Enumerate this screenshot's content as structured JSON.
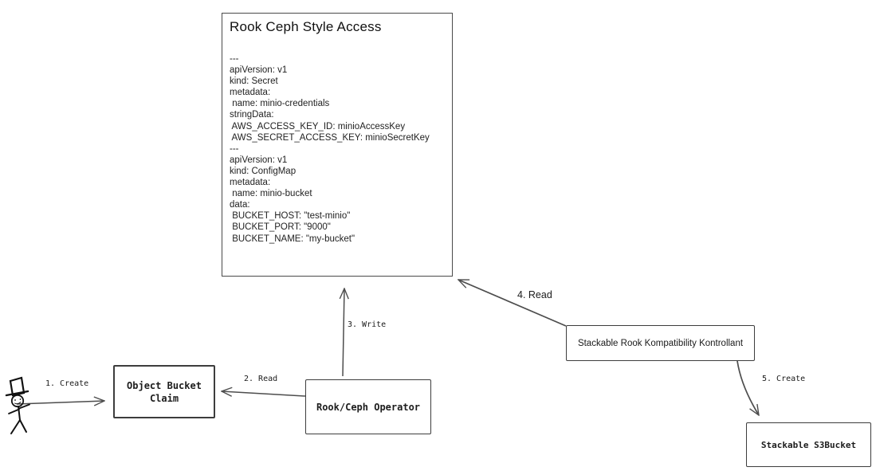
{
  "diagram": {
    "main_box": {
      "title": "Rook Ceph Style Access",
      "yaml_lines": [
        "---",
        "apiVersion: v1",
        "kind: Secret",
        "metadata:",
        " name: minio-credentials",
        "stringData:",
        " AWS_ACCESS_KEY_ID: minioAccessKey",
        " AWS_SECRET_ACCESS_KEY: minioSecretKey",
        "---",
        "apiVersion: v1",
        "kind: ConfigMap",
        "metadata:",
        " name: minio-bucket",
        "data:",
        " BUCKET_HOST: \"test-minio\"",
        " BUCKET_PORT: \"9000\"",
        " BUCKET_NAME: \"my-bucket\""
      ]
    },
    "nodes": {
      "object_bucket_claim": {
        "label": "Object Bucket Claim"
      },
      "rook_ceph_operator": {
        "label": "Rook/Ceph Operator"
      },
      "stackable_kontrollant": {
        "label": "Stackable Rook Kompatibility Kontrollant"
      },
      "stackable_s3bucket": {
        "label": "Stackable S3Bucket"
      }
    },
    "actor": {
      "name": "user"
    },
    "arrows": [
      {
        "label": "1. Create",
        "from": "user",
        "to": "object_bucket_claim"
      },
      {
        "label": "2. Read",
        "from": "rook_ceph_operator",
        "to": "object_bucket_claim"
      },
      {
        "label": "3. Write",
        "from": "rook_ceph_operator",
        "to": "rook_ceph_style_access"
      },
      {
        "label": "4. Read",
        "from": "stackable_kontrollant",
        "to": "rook_ceph_style_access"
      },
      {
        "label": "5. Create",
        "from": "stackable_kontrollant",
        "to": "stackable_s3bucket"
      }
    ],
    "colors": {
      "stroke": "#4d4d4d",
      "text": "#1a1a1a",
      "background": "#ffffff"
    }
  }
}
